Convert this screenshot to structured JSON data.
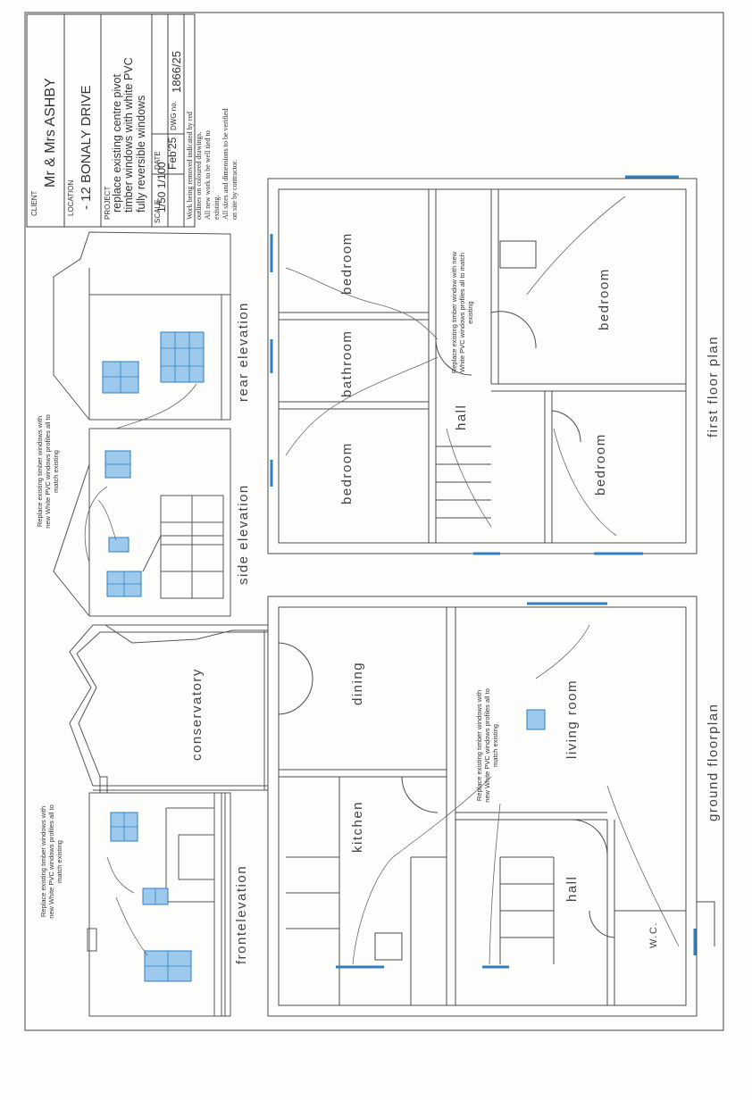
{
  "title_block": {
    "client_label": "CLIENT",
    "client": "Mr & Mrs  ASHBY",
    "location_label": "LOCATION",
    "location": "- 12 BONALY DRIVE",
    "project_label": "PROJECT",
    "project_line1": "replace existing centre pivot",
    "project_line2": "timber windows with white PVC",
    "project_line3": "fully reversible windows",
    "scale_label": "SCALE",
    "scale": "1/50  1/100",
    "date_label": "DATE",
    "date": "Feb'25",
    "dwg_label": "DWG no.",
    "dwg": "1866/25",
    "notes": [
      "Work being removed indicated by red",
      "outlines on coloured drawings.",
      "All new work to be well tied to",
      "existing.",
      "All sizes and dimensions to be verified",
      "on site by contractor."
    ]
  },
  "views": {
    "front_elevation": "frontelevation",
    "conservatory": "conservatory",
    "side_elevation": "side elevation",
    "rear_elevation": "rear elevation",
    "ground_floor_plan": "ground floorplan",
    "first_floor_plan": "first floor plan"
  },
  "rooms": {
    "kitchen": "kitchen",
    "dining": "dining",
    "living_room": "living room",
    "hall_ground": "hall",
    "wc": "W.C.",
    "bedroom_1": "bedroom",
    "bathroom": "bathroom",
    "bedroom_2": "bedroom",
    "hall_first": "hall",
    "bedroom_3": "bedroom",
    "bedroom_4": "bedroom"
  },
  "annotations": {
    "front_note": "Replace existing timber windows with new White PVC windows profiles all to match existing",
    "side_note": "Replace existing timber windows with new White PVC windows profiles all to match existing",
    "ground_note": "Replace existing timber windows with new White PVC windows profiles all to match existing",
    "first_note": "Replace existing timber window with new White PVC windows profiles all to match existing"
  },
  "colors": {
    "paper": "#fdfdfb",
    "line": "#4a4a4a",
    "window_blue": "#2f7fc1",
    "window_fill": "#9cc9ec"
  }
}
